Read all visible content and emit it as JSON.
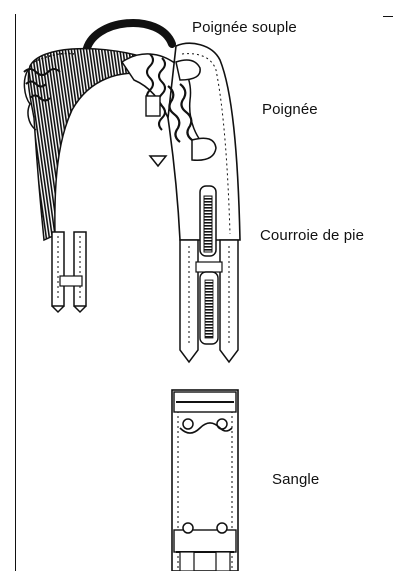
{
  "labels": {
    "soft_handle": "Poignée souple",
    "handle": "Poignée",
    "foot_strap": "Courroie de pie",
    "girth": "Sangle"
  }
}
